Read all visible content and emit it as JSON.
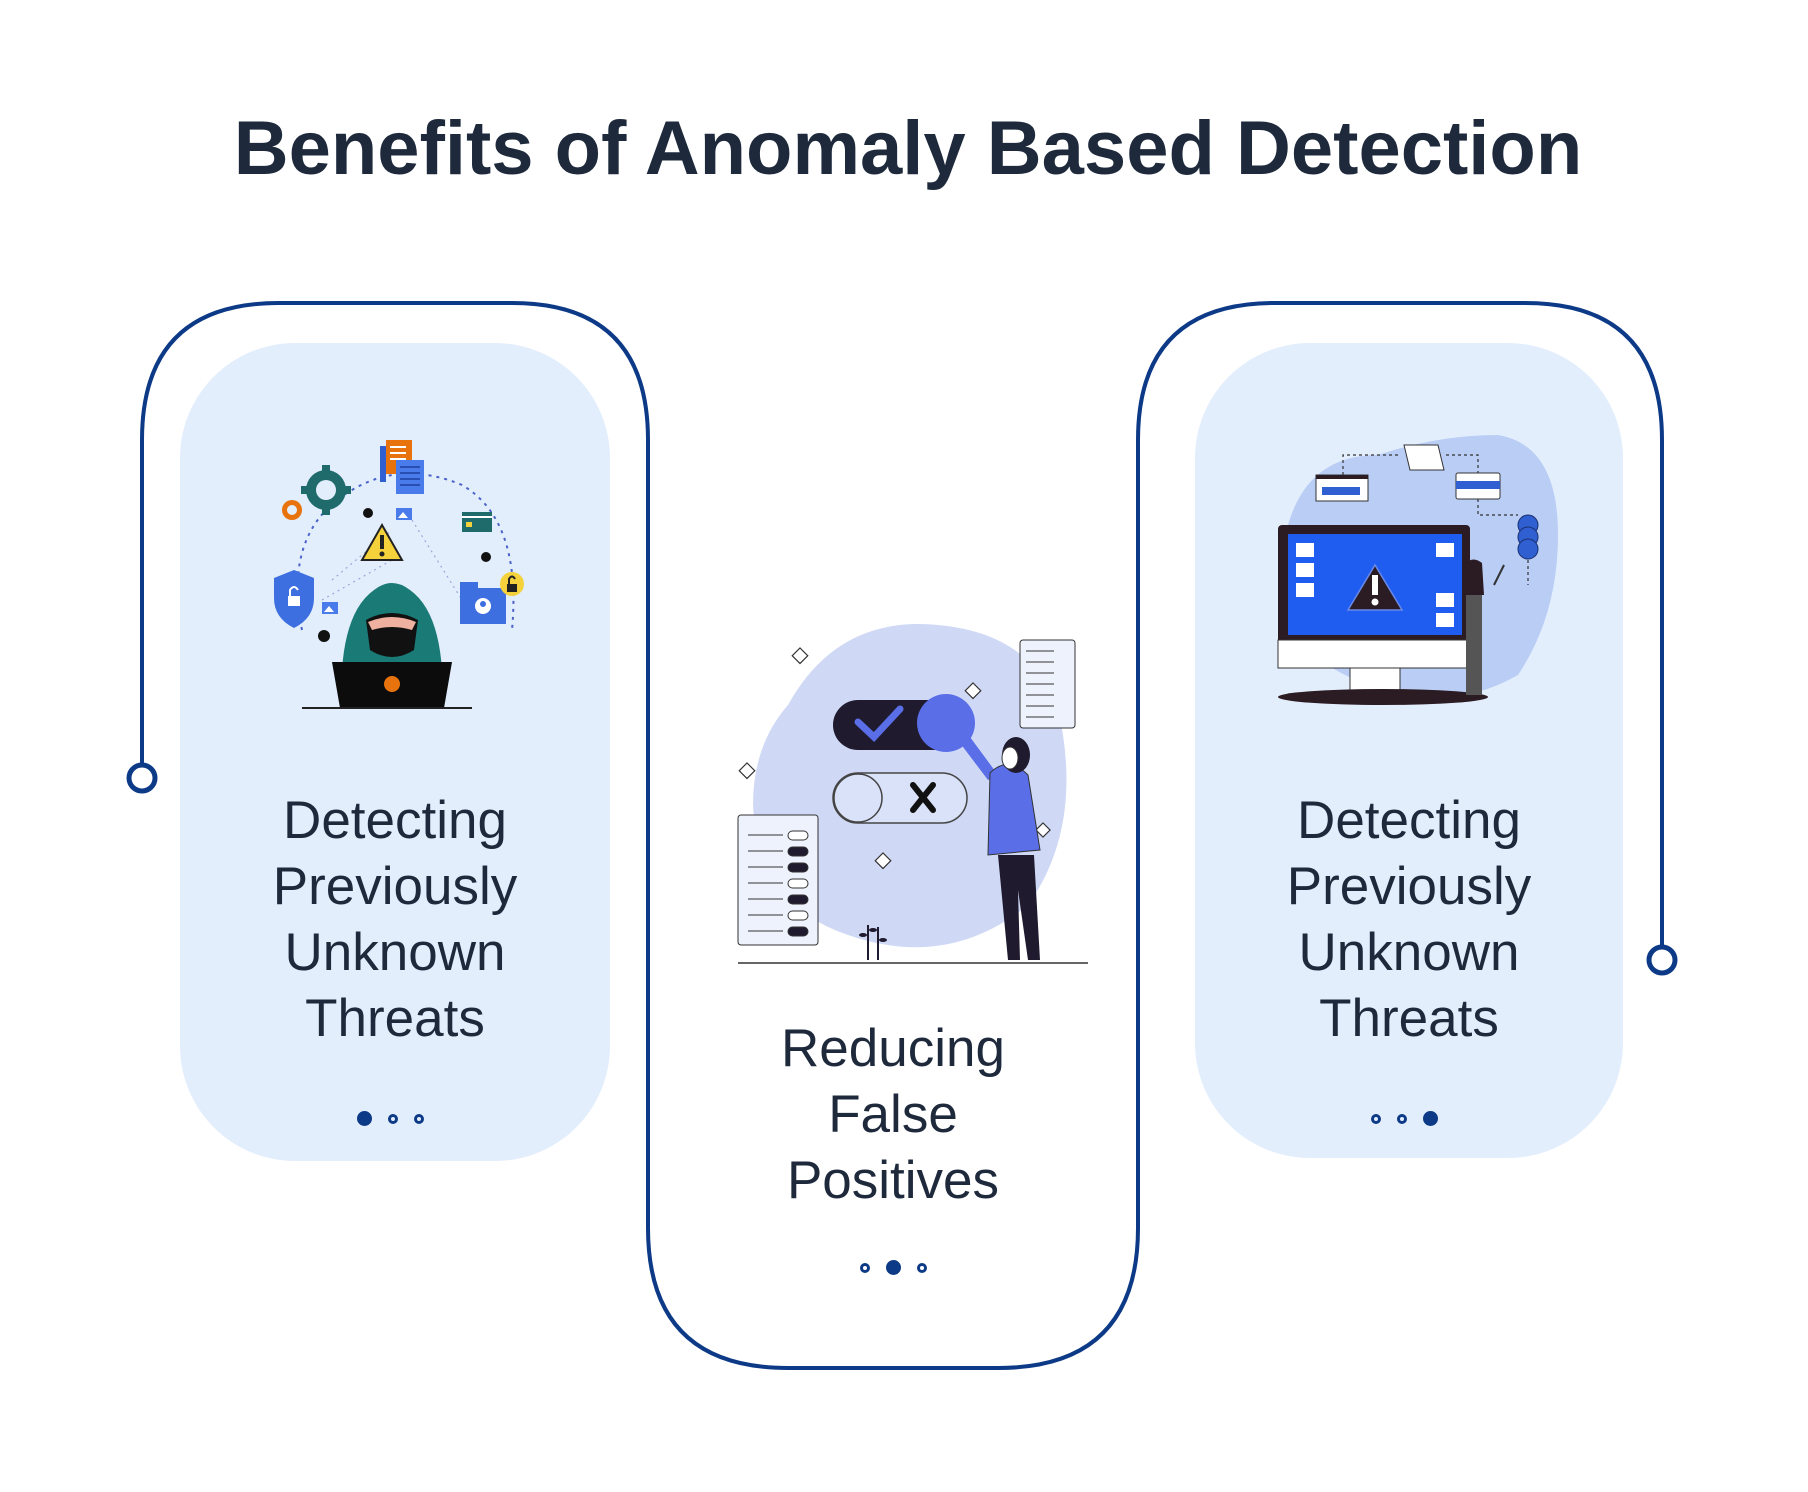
{
  "title": "Benefits of Anomaly Based Detection",
  "colors": {
    "outline": "#0d3a87",
    "card_fill": "#e3eefd",
    "text": "#1e2a3c",
    "accent_blue": "#3d6fe0",
    "teal": "#1f6b6b",
    "orange": "#e8730c",
    "yellow": "#f5d13b"
  },
  "cards": [
    {
      "lines": [
        "Detecting",
        "Previously",
        "Unknown",
        "Threats"
      ],
      "illustration": "hacker-laptop-threats-illustration",
      "active_dot": 0,
      "dots": 3
    },
    {
      "lines": [
        "Reducing",
        "False",
        "Positives"
      ],
      "illustration": "toggle-switches-woman-illustration",
      "active_dot": 1,
      "dots": 3
    },
    {
      "lines": [
        "Detecting",
        "Previously",
        "Unknown",
        "Threats"
      ],
      "illustration": "infected-monitor-hacker-illustration",
      "active_dot": 2,
      "dots": 3
    }
  ]
}
